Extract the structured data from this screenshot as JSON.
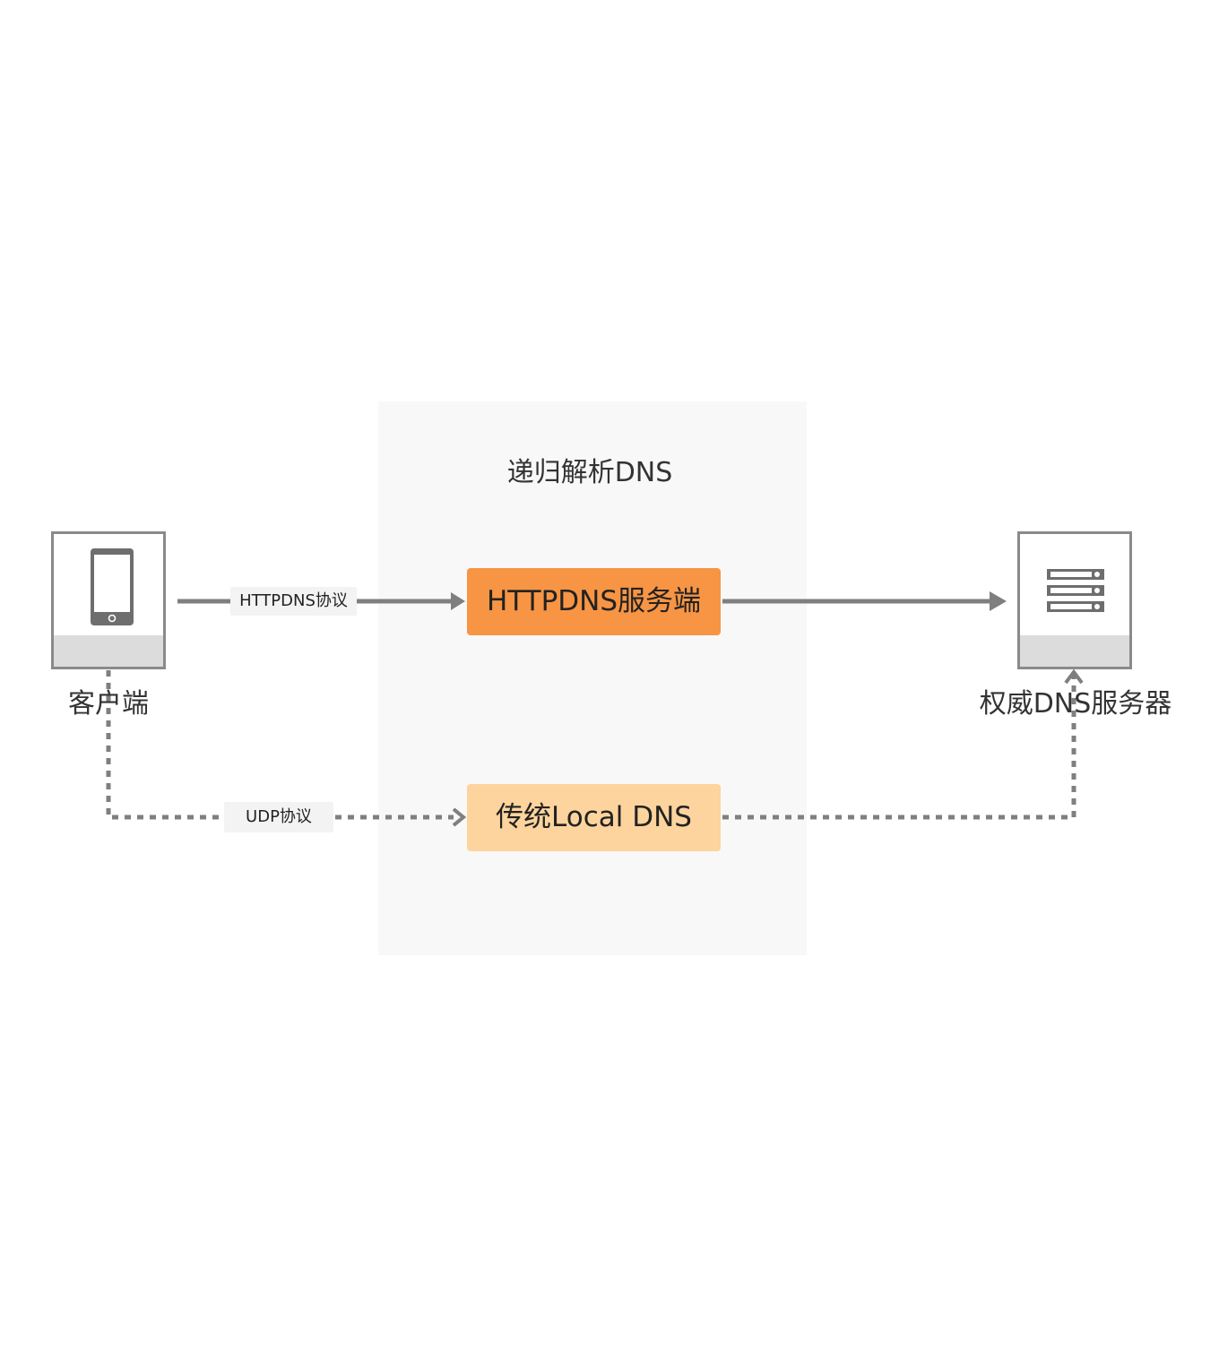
{
  "group": {
    "title": "递归解析DNS"
  },
  "nodes": {
    "client": {
      "label": "客户端",
      "icon": "smartphone-icon"
    },
    "httpdns_server": {
      "label": "HTTPDNS服务端"
    },
    "local_dns": {
      "label": "传统Local DNS"
    },
    "authoritative_dns": {
      "label": "权威DNS服务器",
      "icon": "server-rack-icon"
    }
  },
  "edges": {
    "httpdns": {
      "label": "HTTPDNS协议",
      "style": "solid"
    },
    "udp": {
      "label": "UDP协议",
      "style": "dashed"
    }
  },
  "colors": {
    "httpdns_box": "#f79544",
    "local_dns_box": "#fdd49d",
    "line": "#7f7f7f",
    "group_bg": "#f8f8f8"
  }
}
